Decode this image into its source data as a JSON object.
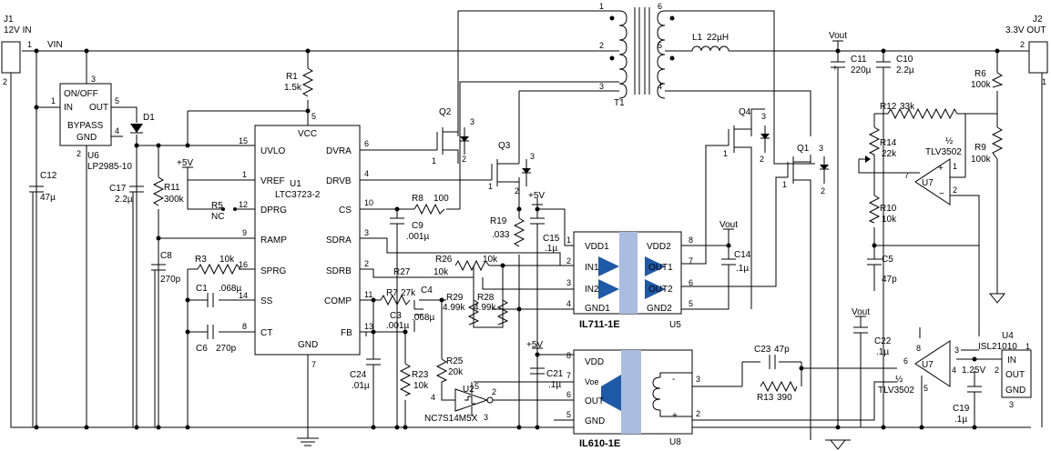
{
  "connectors": {
    "j1": {
      "ref": "J1",
      "name": "12V IN",
      "pin1": "1",
      "pin2": "2"
    },
    "j2": {
      "ref": "J2",
      "name": "3.3V OUT",
      "pin1": "2",
      "pin2": "1"
    }
  },
  "nets": {
    "vin": "VIN",
    "vout_a": "Vout",
    "vout_b": "Vout",
    "vout_c": "Vout",
    "p5v_a": "+5V",
    "p5v_b": "+5V",
    "p5v_c": "+5V"
  },
  "u6": {
    "ref": "U6",
    "part": "LP2985-10",
    "pins": {
      "in": "IN",
      "onoff": "ON/OFF",
      "out": "OUT",
      "bypass": "BYPASS",
      "gnd": "GND"
    },
    "pin_numbers": {
      "in": "1",
      "onoff": "3",
      "out": "5",
      "bypass": "4",
      "gnd": "2"
    }
  },
  "u1": {
    "ref": "U1",
    "part": "LTC3723-2",
    "left_pins": [
      {
        "name": "UVLO",
        "num": "15"
      },
      {
        "name": "VREF",
        "num": "1"
      },
      {
        "name": "DPRG",
        "num": "12"
      },
      {
        "name": "RAMP",
        "num": "9"
      },
      {
        "name": "SPRG",
        "num": "16"
      },
      {
        "name": "SS",
        "num": "14"
      },
      {
        "name": "CT",
        "num": "8"
      }
    ],
    "right_pins": [
      {
        "name": "DVRA",
        "num": "6"
      },
      {
        "name": "DRVB",
        "num": "4"
      },
      {
        "name": "CS",
        "num": "10"
      },
      {
        "name": "SDRA",
        "num": "3"
      },
      {
        "name": "SDRB",
        "num": "2"
      },
      {
        "name": "COMP",
        "num": "11"
      },
      {
        "name": "FB",
        "num": "13"
      }
    ],
    "vcc": {
      "name": "VCC",
      "num": "5"
    },
    "gnd": {
      "name": "GND",
      "num": "7"
    }
  },
  "u5": {
    "ref": "U5",
    "part": "IL711-1E",
    "left": [
      {
        "name": "VDD1",
        "num": "1"
      },
      {
        "name": "IN1",
        "num": "2"
      },
      {
        "name": "IN2",
        "num": "3"
      },
      {
        "name": "GND1",
        "num": "4"
      }
    ],
    "right": [
      {
        "name": "VDD2",
        "num": "8"
      },
      {
        "name": "OUT1",
        "num": "7"
      },
      {
        "name": "OUT2",
        "num": "6"
      },
      {
        "name": "GND2",
        "num": "5"
      }
    ]
  },
  "u8": {
    "ref": "U8",
    "part": "IL610-1E",
    "left": [
      {
        "name": "VDD",
        "num": "8"
      },
      {
        "name": "Voe",
        "num": "7"
      },
      {
        "name": "OUT",
        "num": "6"
      },
      {
        "name": "GND",
        "num": "5"
      }
    ],
    "right": [
      {
        "name": "-",
        "num": "3"
      },
      {
        "name": "+",
        "num": "2"
      }
    ]
  },
  "u4": {
    "ref": "U4",
    "part": "ISL21010",
    "pins": {
      "in": "IN",
      "out": "OUT",
      "gnd": "GND"
    },
    "pin_numbers": {
      "in": "1",
      "out": "2",
      "gnd": "3"
    },
    "vref": "1.25V"
  },
  "u2": {
    "ref": "U2",
    "part": "NC7S14M5X",
    "pins": {
      "in": "2",
      "out": "4",
      "vcc": "5",
      "gnd": "3"
    }
  },
  "u7a": {
    "ref": "U7",
    "part": "TLV3502",
    "half": "½",
    "pins": {
      "out": "7",
      "plus": "1",
      "minus": "2"
    }
  },
  "u7b": {
    "ref": "U7",
    "part": "TLV3502",
    "half": "½",
    "pins": {
      "out": "3",
      "pin8": "8",
      "minus": "6",
      "plus": "4",
      "pin5": "5"
    }
  },
  "transformer": {
    "ref": "T1",
    "pins": [
      "1",
      "2",
      "3",
      "6",
      "5",
      "4"
    ]
  },
  "inductor": {
    "ref": "L1",
    "value": "22µH"
  },
  "mosfets": [
    {
      "ref": "Q2",
      "pins": [
        "1",
        "2",
        "3"
      ]
    },
    {
      "ref": "Q3",
      "pins": [
        "1",
        "2",
        "3"
      ]
    },
    {
      "ref": "Q4",
      "pins": [
        "1",
        "2",
        "3"
      ]
    },
    {
      "ref": "Q1",
      "pins": [
        "1",
        "2",
        "3"
      ]
    }
  ],
  "diode": {
    "ref": "D1"
  },
  "resistors": {
    "r1": {
      "ref": "R1",
      "value": "1.5k"
    },
    "r11": {
      "ref": "R11",
      "value": "300k"
    },
    "r5": {
      "ref": "R5",
      "value": "NC"
    },
    "r3": {
      "ref": "R3",
      "value": "10k"
    },
    "r8": {
      "ref": "R8",
      "value": "100"
    },
    "r19": {
      "ref": "R19",
      "value": ".033"
    },
    "r26": {
      "ref": "R26",
      "value": "10k"
    },
    "r27": {
      "ref": "R27",
      "value": "10k"
    },
    "r7": {
      "ref": "R7",
      "value": "27k"
    },
    "r29": {
      "ref": "R29",
      "value": "4.99k"
    },
    "r28": {
      "ref": "R28",
      "value": "4.99k"
    },
    "r25": {
      "ref": "R25",
      "value": "20k"
    },
    "r23": {
      "ref": "R23",
      "value": "10k"
    },
    "r12": {
      "ref": "R12",
      "value": "33k"
    },
    "r14": {
      "ref": "R14",
      "value": "22k"
    },
    "r10": {
      "ref": "R10",
      "value": "10k"
    },
    "r6": {
      "ref": "R6",
      "value": "100k"
    },
    "r9": {
      "ref": "R9",
      "value": "100k"
    },
    "r13": {
      "ref": "R13",
      "value": "390"
    }
  },
  "capacitors": {
    "c12": {
      "ref": "C12",
      "value": "47µ"
    },
    "c17": {
      "ref": "C17",
      "value": "2.2µ"
    },
    "c8": {
      "ref": "C8",
      "value": "270p"
    },
    "c1": {
      "ref": "C1",
      "value": ".068µ"
    },
    "c6": {
      "ref": "C6",
      "value": "270p"
    },
    "c9": {
      "ref": "C9",
      "value": ".001µ"
    },
    "c15": {
      "ref": "C15",
      "value": ".1µ"
    },
    "c3": {
      "ref": "C3",
      "value": ".001µ"
    },
    "c4": {
      "ref": "C4",
      "value": ".068µ"
    },
    "c24": {
      "ref": "C24",
      "value": ".01µ"
    },
    "c21": {
      "ref": "C21",
      "value": ".1µ"
    },
    "c14": {
      "ref": "C14",
      "value": ".1µ"
    },
    "c11": {
      "ref": "C11",
      "value": "220µ"
    },
    "c10": {
      "ref": "C10",
      "value": "2.2µ"
    },
    "c5": {
      "ref": "C5",
      "value": "47p"
    },
    "c22": {
      "ref": "C22",
      "value": ".1µ"
    },
    "c23": {
      "ref": "C23",
      "value": "47p"
    },
    "c19": {
      "ref": "C19",
      "value": ".1µ"
    }
  }
}
